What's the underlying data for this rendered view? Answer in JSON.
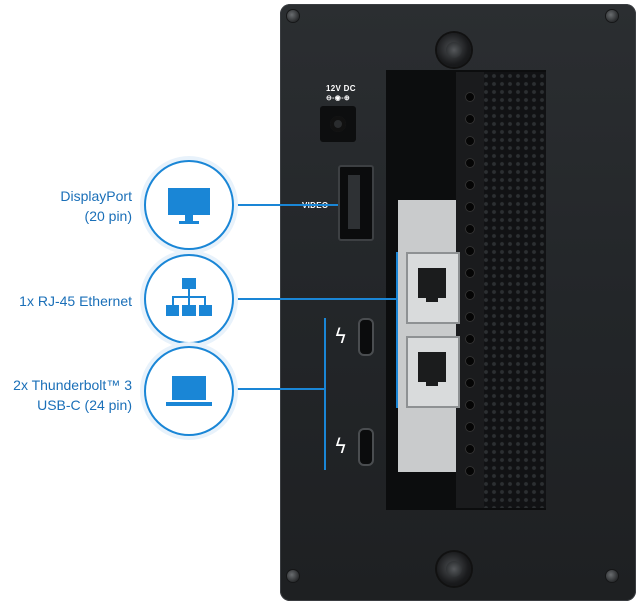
{
  "panel": {
    "power_label": "12V DC",
    "video_label": "VIDEO"
  },
  "callouts": [
    {
      "line1": "DisplayPort",
      "line2": "(20 pin)",
      "icon": "monitor-icon"
    },
    {
      "line1": "1x RJ-45 Ethernet",
      "line2": "",
      "icon": "network-icon"
    },
    {
      "line1": "2x Thunderbolt™ 3",
      "line2": "USB-C (24 pin)",
      "icon": "laptop-icon"
    }
  ],
  "colors": {
    "accent": "#1a86d6",
    "callout_text": "#1a6fb8",
    "panel": "#26292c"
  }
}
